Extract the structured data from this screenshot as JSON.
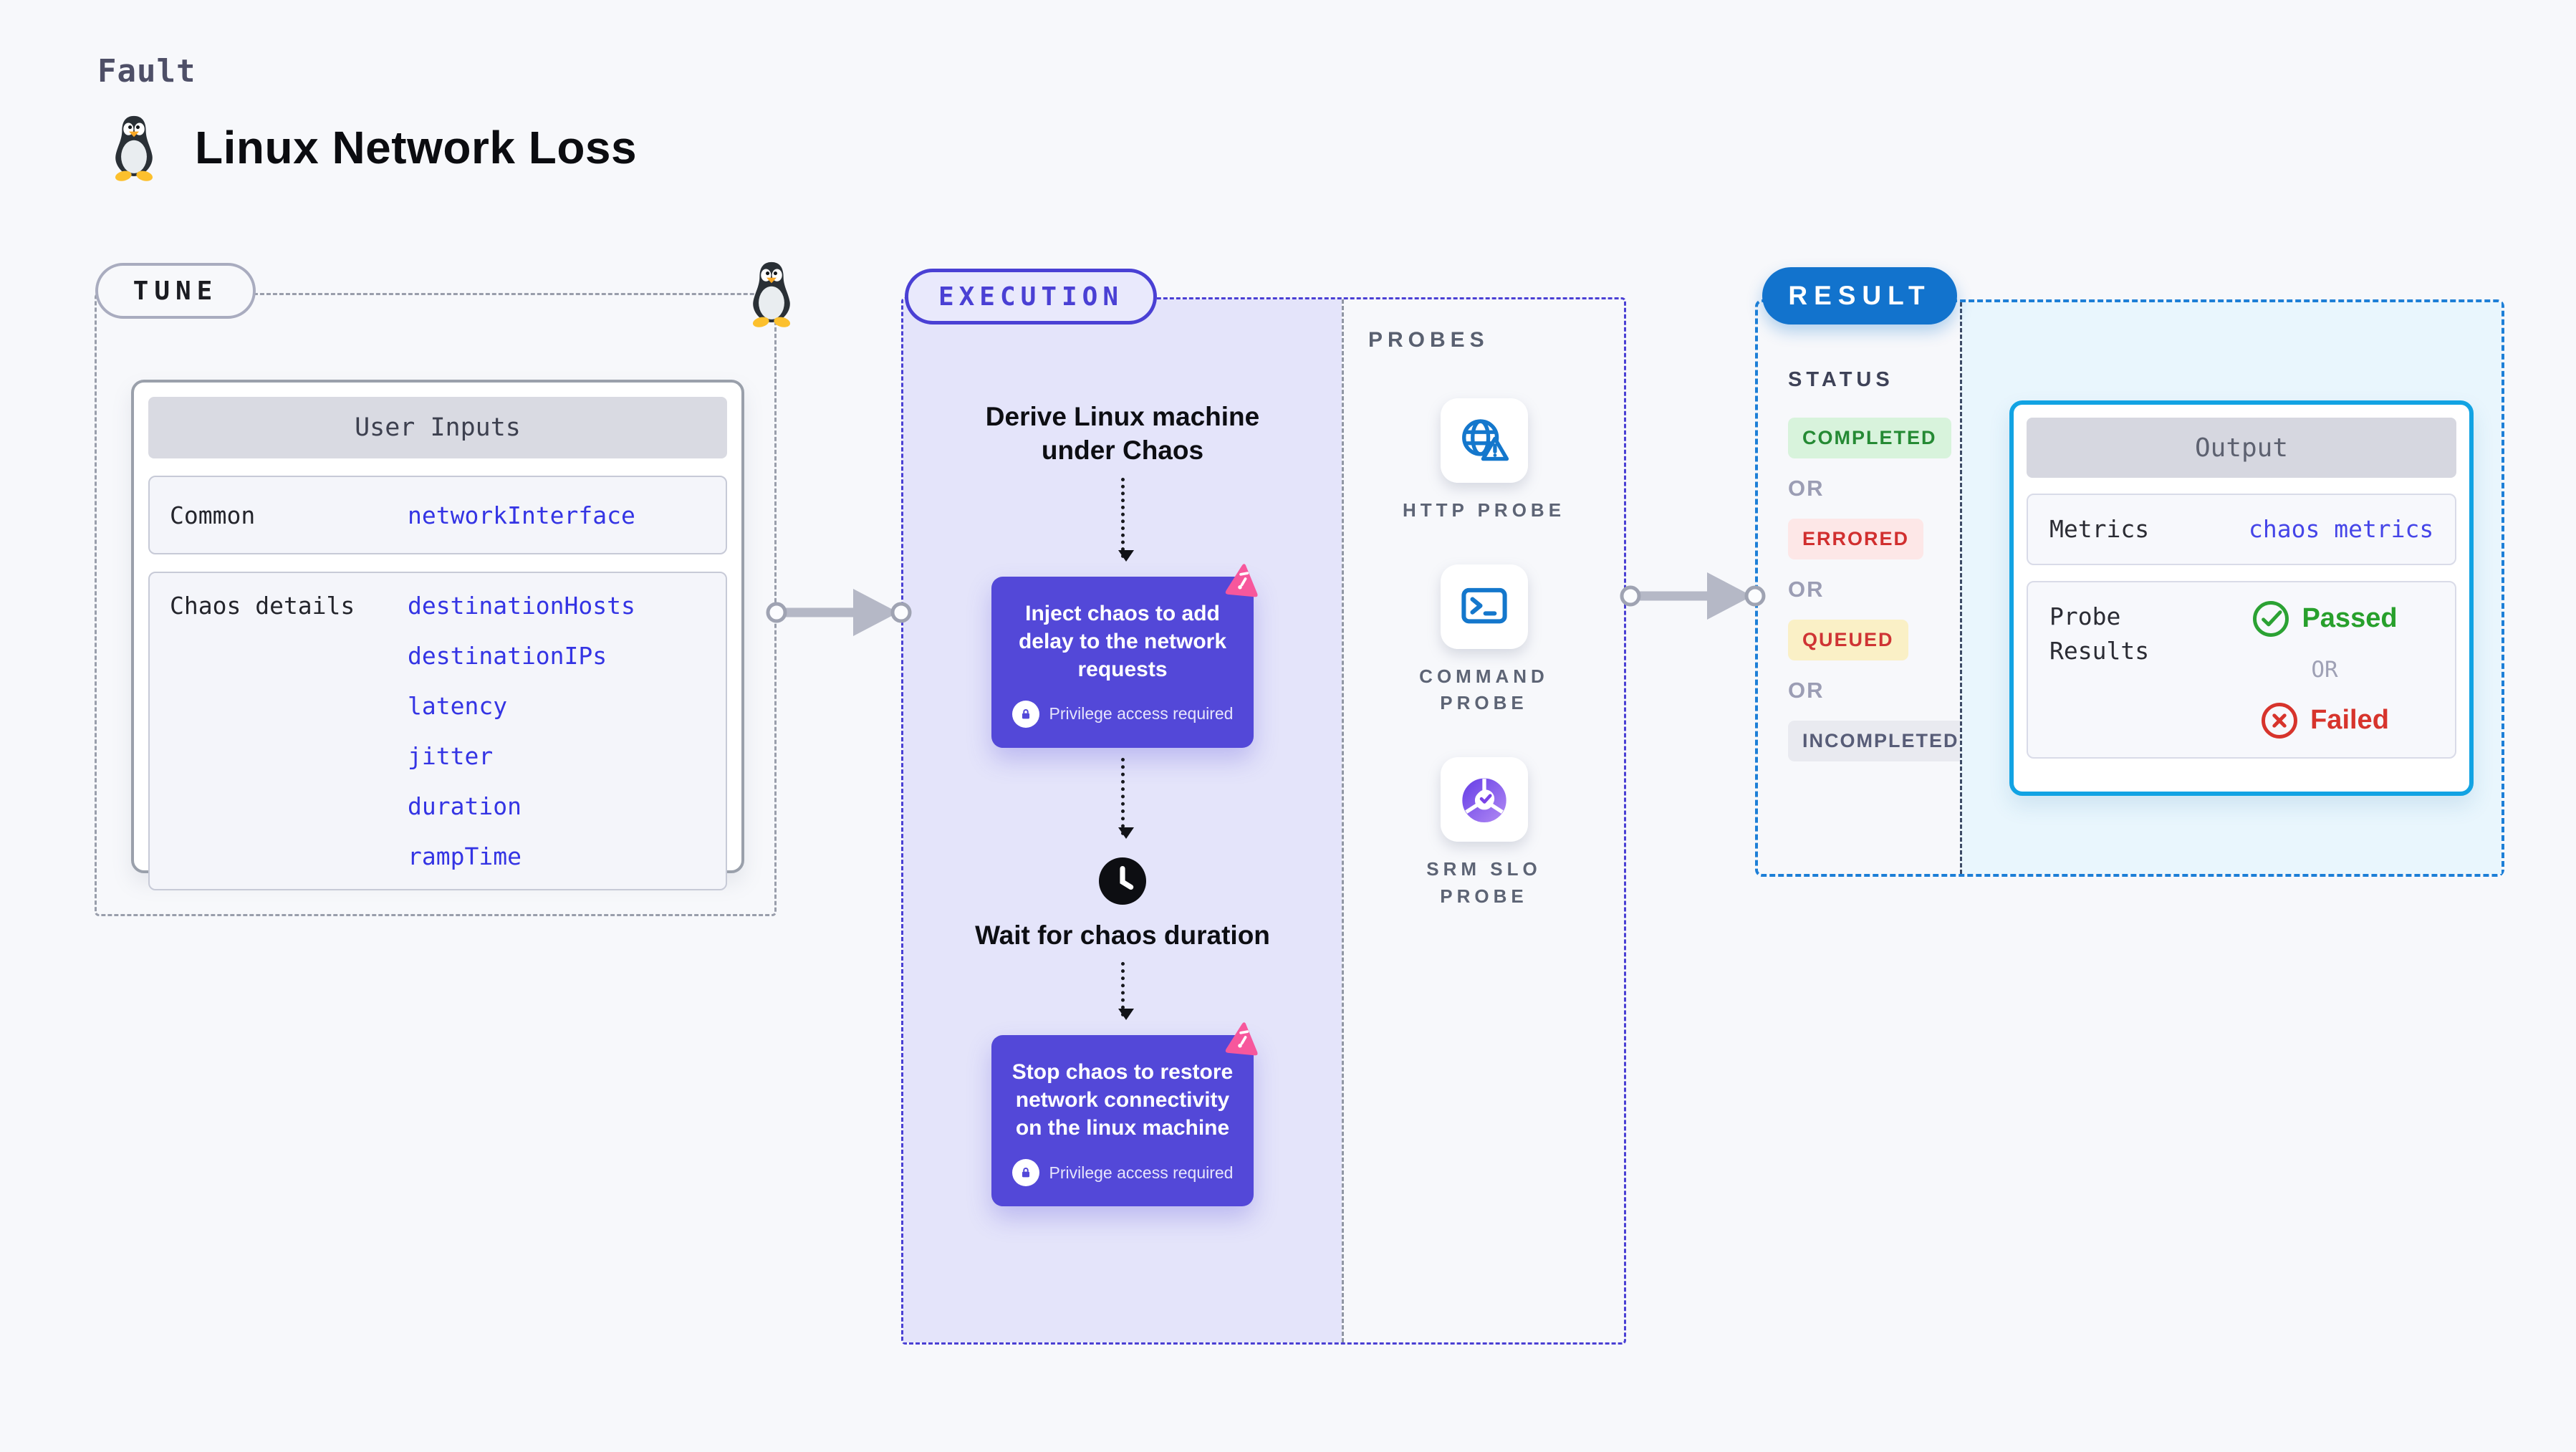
{
  "page": {
    "category_label": "Fault",
    "title": "Linux Network Loss"
  },
  "tune": {
    "label": "TUNE",
    "card_header": "User Inputs",
    "rows": [
      {
        "label": "Common",
        "values": [
          "networkInterface"
        ]
      },
      {
        "label": "Chaos details",
        "values": [
          "destinationHosts",
          "destinationIPs",
          "latency",
          "jitter",
          "duration",
          "rampTime"
        ]
      }
    ]
  },
  "execution": {
    "label": "EXECUTION",
    "derive_step": "Derive Linux machine under Chaos",
    "inject_step": "Inject chaos to add delay to the network requests",
    "wait_step": "Wait for chaos duration",
    "stop_step": "Stop chaos to restore network connectivity on the linux machine",
    "privilege_note": "Privilege access required"
  },
  "probes": {
    "label": "PROBES",
    "items": [
      {
        "name": "HTTP PROBE",
        "icon": "globe-alert-icon"
      },
      {
        "name": "COMMAND PROBE",
        "icon": "terminal-icon"
      },
      {
        "name": "SRM SLO PROBE",
        "icon": "slo-donut-icon"
      }
    ]
  },
  "result": {
    "label": "RESULT",
    "status_label": "STATUS",
    "or_label": "OR",
    "statuses": [
      {
        "text": "COMPLETED"
      },
      {
        "text": "ERRORED"
      },
      {
        "text": "QUEUED"
      },
      {
        "text": "INCOMPLETED"
      }
    ],
    "output": {
      "header": "Output",
      "metrics_label": "Metrics",
      "metrics_value": "chaos metrics",
      "probe_results_label": "Probe Results",
      "passed_label": "Passed",
      "or_label": "OR",
      "failed_label": "Failed"
    }
  },
  "colors": {
    "indigo_accent": "#4a40d4",
    "step_box": "#5348d8",
    "result_blue": "#1273cd",
    "result_border": "#1d7fd7",
    "probe_icon_blue": "#1477cc",
    "chaos_pink": "#f7579c",
    "value_blue": "#3434e4",
    "passed_green": "#28a02c",
    "failed_red": "#d7342c"
  }
}
